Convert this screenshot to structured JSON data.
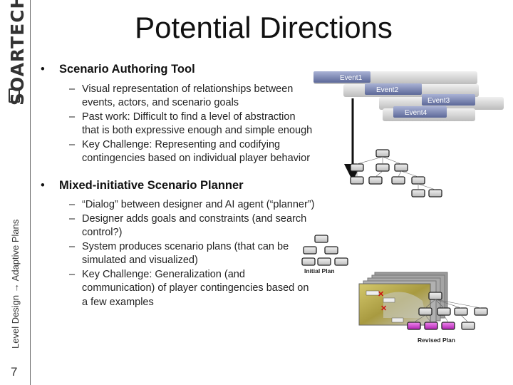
{
  "slide_number": "7",
  "sidebar": {
    "brand": "SOARTECH",
    "caption": "Level Design → Adaptive Plans"
  },
  "title": "Potential Directions",
  "sections": [
    {
      "heading": "Scenario Authoring Tool",
      "items": [
        "Visual representation of relationships between events, actors, and scenario goals",
        "Past work: Difficult to find a level of abstraction that is both expressive enough and simple enough",
        "Key Challenge: Representing and codifying contingencies based on individual player behavior"
      ]
    },
    {
      "heading": "Mixed-initiative Scenario Planner",
      "items": [
        "“Dialog” between designer and AI agent (“planner”)",
        "Designer adds goals and constraints (and search control?)",
        "System produces scenario plans (that can be simulated and visualized)",
        "Key Challenge: Generalization (and communication) of player contingencies based on a few examples"
      ]
    }
  ],
  "diagram_top": {
    "events": [
      "Event1",
      "Event2",
      "Event3",
      "Event4"
    ]
  },
  "diagram_bottom": {
    "initial_label": "Initial Plan",
    "revised_label": "Revised Plan"
  },
  "colors": {
    "event_bar": "#7b87b4",
    "revised_node": "#cc33cc",
    "terrain": "#b8a64a"
  }
}
